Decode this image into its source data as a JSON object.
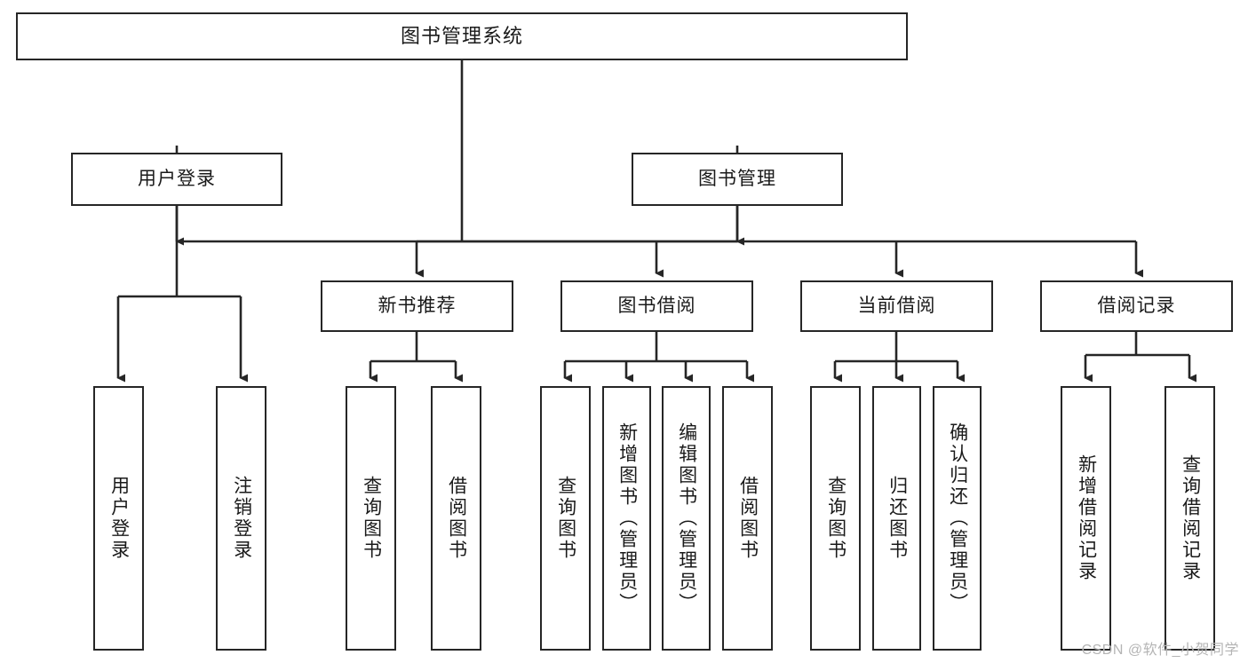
{
  "diagram": {
    "title": "图书管理系统",
    "type": "tree-hierarchy-diagram",
    "colors": {
      "stroke": "#262626",
      "fill": "#ffffff",
      "text": "#1a1a1a",
      "watermark": "#b4b4b4"
    },
    "levels": {
      "root": {
        "label": "图书管理系统"
      },
      "level2": [
        {
          "label": "用户登录"
        },
        {
          "label": "图书管理"
        }
      ],
      "level3": [
        {
          "label": "新书推荐"
        },
        {
          "label": "图书借阅"
        },
        {
          "label": "当前借阅"
        },
        {
          "label": "借阅记录"
        }
      ],
      "leaves_user_login": [
        {
          "label": "用户登录"
        },
        {
          "label": "注销登录"
        }
      ],
      "leaves_new_book": [
        {
          "label": "查询图书"
        },
        {
          "label": "借阅图书"
        }
      ],
      "leaves_borrow": [
        {
          "label": "查询图书"
        },
        {
          "label": "新增图书（管理员）"
        },
        {
          "label": "编辑图书（管理员）"
        },
        {
          "label": "借阅图书"
        }
      ],
      "leaves_current": [
        {
          "label": "查询图书"
        },
        {
          "label": "归还图书"
        },
        {
          "label": "确认归还（管理员）"
        }
      ],
      "leaves_record": [
        {
          "label": "新增借阅记录"
        },
        {
          "label": "查询借阅记录"
        }
      ]
    }
  },
  "watermark": {
    "text": "CSDN @软件_小贺同学"
  }
}
